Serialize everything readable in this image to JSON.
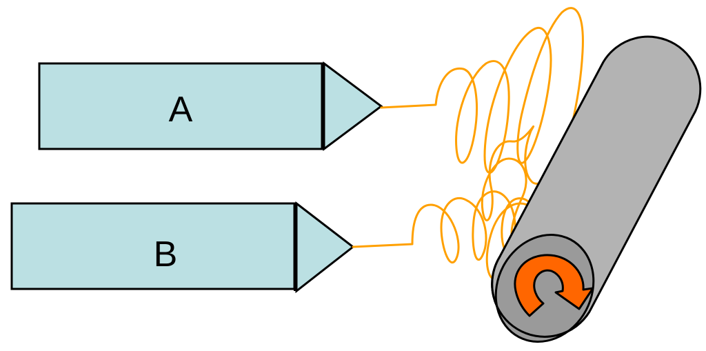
{
  "nozzles": [
    {
      "id": "a",
      "label": "A"
    },
    {
      "id": "b",
      "label": "B"
    }
  ],
  "colors": {
    "nozzle_fill": "#bbe0e3",
    "outline": "#000000",
    "fiber": "#ffa000",
    "collector_fill": "#b3b3b3",
    "collector_end": "#9a9a9a",
    "rotation_arrow": "#ff6600"
  },
  "icons": {
    "rotation": "clockwise-rotation-arrow-icon"
  }
}
